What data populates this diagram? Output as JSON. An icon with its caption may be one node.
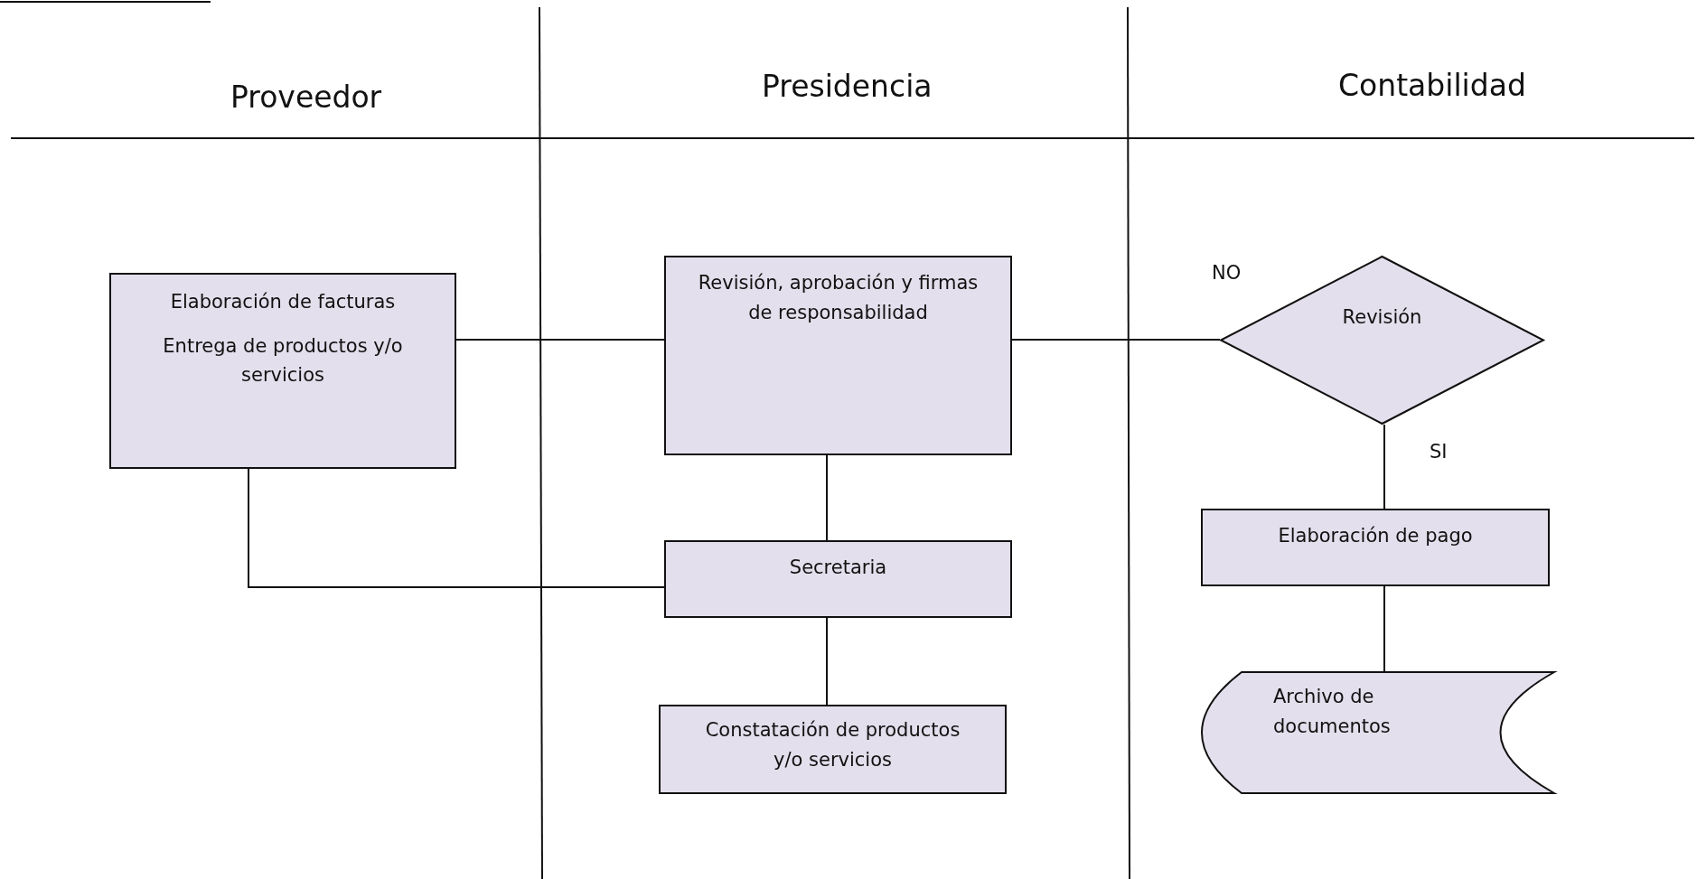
{
  "diagram": {
    "nodes": [
      {
        "text": [
          "Elaboración de facturas",
          "Entrega de productos y/o servicios"
        ]
      },
      {
        "text": [
          "Revisión, aprobación y firmas de responsabilidad"
        ]
      },
      {
        "text": [
          "Secretaria"
        ]
      },
      {
        "text": [
          "Constatación de productos y/o servicios"
        ]
      },
      {
        "text": [
          "Revisión"
        ]
      },
      {
        "text": [
          "Elaboración de pago"
        ]
      },
      {
        "text": [
          "Archivo de documentos"
        ]
      }
    ],
    "edges": [
      {
        "from": 0,
        "to": 1,
        "arrow": "none"
      },
      {
        "from": 1,
        "to": 4,
        "arrow": "none"
      },
      {
        "from": 1,
        "to": 2,
        "arrow": "none"
      },
      {
        "from": 0,
        "to": 2,
        "arrow": "none"
      },
      {
        "from": 2,
        "to": 3,
        "arrow": "none"
      },
      {
        "from": 4,
        "to": 5,
        "arrow": "none"
      },
      {
        "from": 5,
        "to": 6,
        "arrow": "none"
      }
    ],
    "labels": [
      "Proveedor",
      "Presidencia",
      "Contabilidad",
      "NO",
      "SI"
    ]
  }
}
